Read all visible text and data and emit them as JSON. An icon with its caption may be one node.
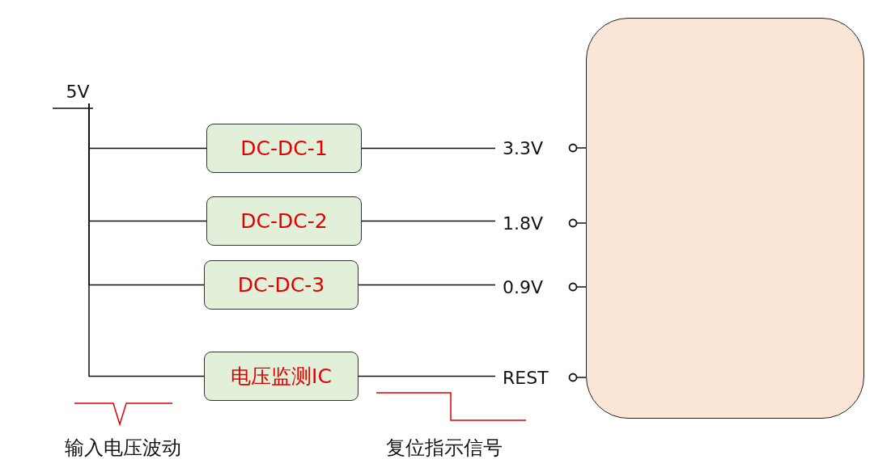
{
  "diagram": {
    "nodes": [
      {
        "text": [
          "5V"
        ]
      },
      {
        "text": [
          "DC-DC-1"
        ]
      },
      {
        "text": [
          "DC-DC-2"
        ]
      },
      {
        "text": [
          "DC-DC-3"
        ]
      },
      {
        "text": [
          "电压监测IC"
        ]
      },
      {
        "text": [
          "3.3V"
        ]
      },
      {
        "text": [
          "1.8V"
        ]
      },
      {
        "text": [
          "0.9V"
        ]
      },
      {
        "text": [
          "REST"
        ]
      },
      {
        "text": [],
        "shape": "box"
      }
    ],
    "edges": [
      {
        "from": 0,
        "to": 1,
        "arrow": "none"
      },
      {
        "from": 0,
        "to": 2,
        "arrow": "none"
      },
      {
        "from": 0,
        "to": 3,
        "arrow": "none"
      },
      {
        "from": 0,
        "to": 4,
        "arrow": "none"
      },
      {
        "from": 1,
        "to": 5,
        "arrow": "none"
      },
      {
        "from": 2,
        "to": 6,
        "arrow": "none"
      },
      {
        "from": 3,
        "to": 7,
        "arrow": "none"
      },
      {
        "from": 4,
        "to": 8,
        "arrow": "none"
      },
      {
        "from": 5,
        "to": 9,
        "arrow": "other"
      },
      {
        "from": 6,
        "to": 9,
        "arrow": "other"
      },
      {
        "from": 7,
        "to": 9,
        "arrow": "other"
      },
      {
        "from": 8,
        "to": 9,
        "arrow": "other"
      }
    ],
    "labels": [
      "输入电压波动",
      "复位指示信号"
    ]
  }
}
